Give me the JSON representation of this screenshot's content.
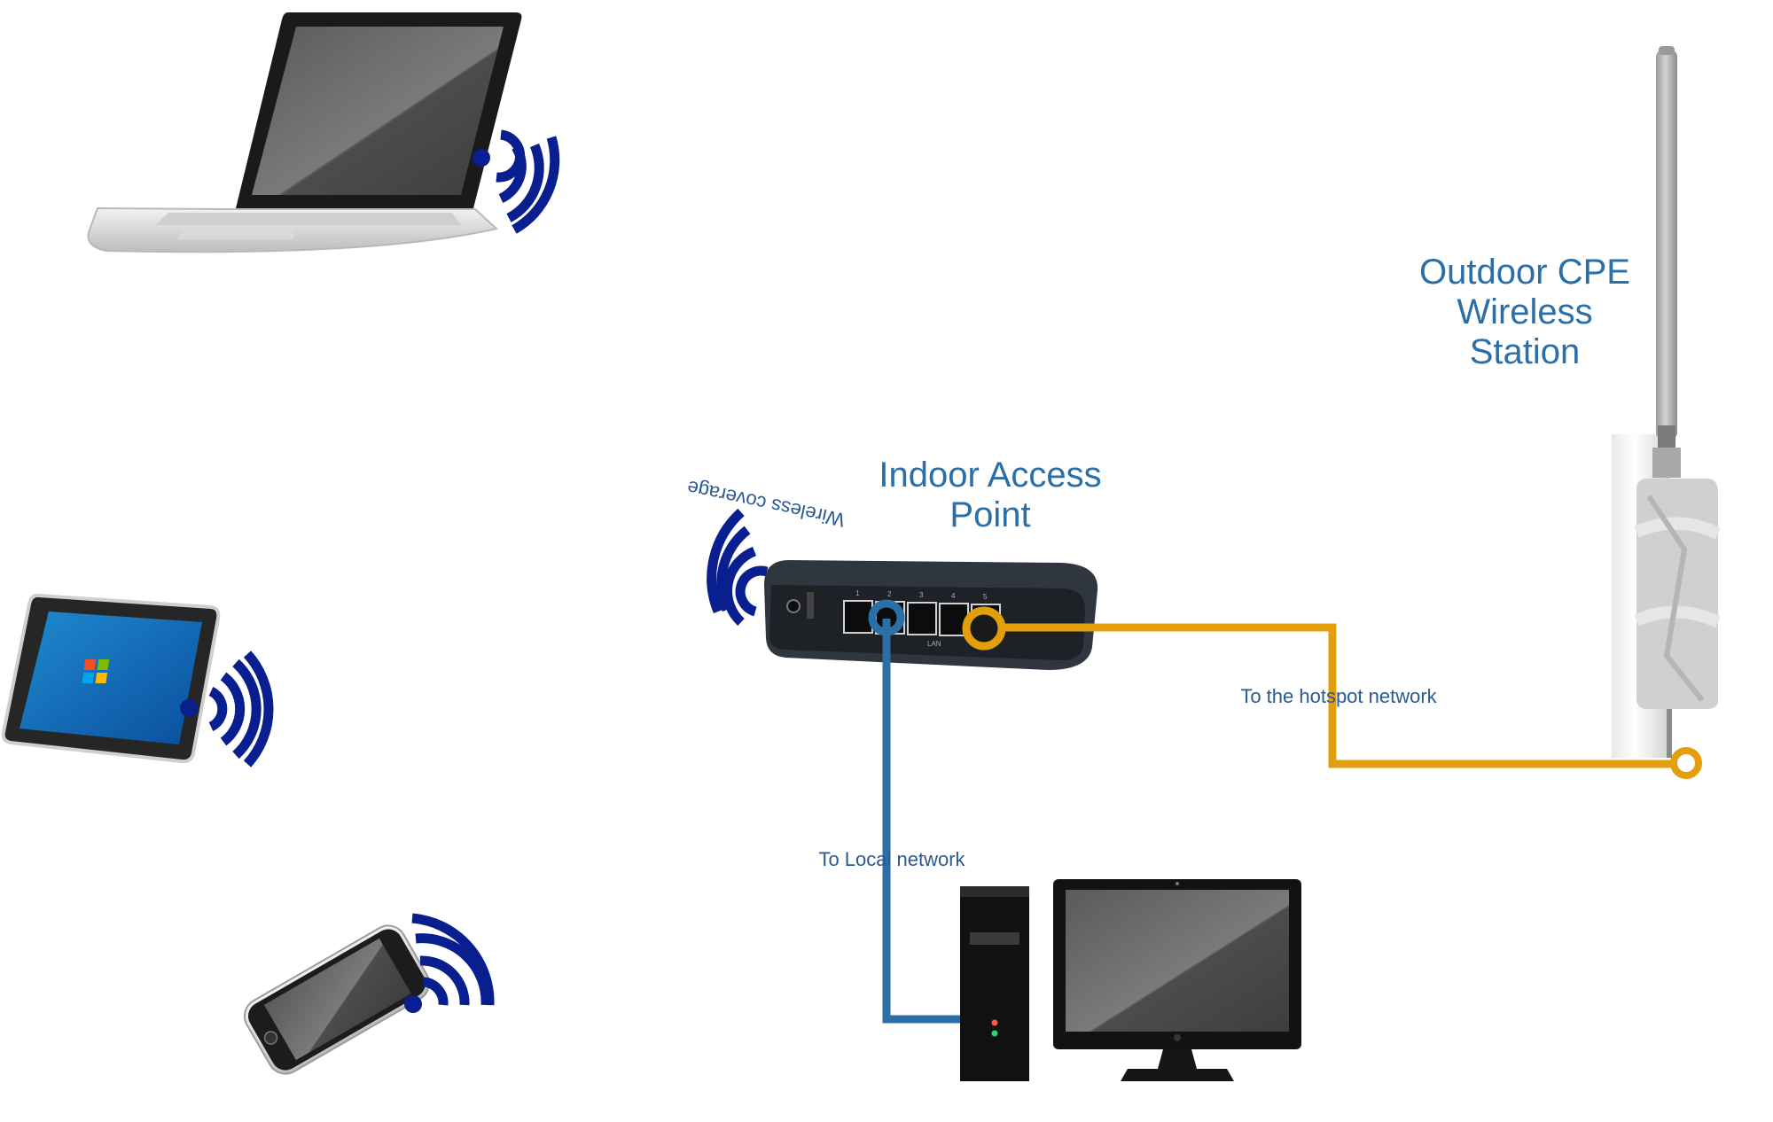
{
  "labels": {
    "outdoor_cpe": [
      "Outdoor CPE",
      "Wireless",
      "Station"
    ],
    "indoor_ap": [
      "Indoor Access",
      "Point"
    ],
    "wireless_coverage": "Wireless coverage",
    "hotspot_link": "To the hotspot network",
    "local_link": "To Local network"
  },
  "router_ports": [
    "1",
    "2",
    "3",
    "4",
    "5"
  ],
  "router_port_caption": "LAN",
  "colors": {
    "wireless_signal": "#0a1f8f",
    "local_network_link": "#2c6fa6",
    "hotspot_link": "#e39f0b",
    "label_text": "#2a6fa8"
  },
  "icons": [
    "laptop-icon",
    "tablet-icon",
    "smartphone-icon",
    "router-icon",
    "outdoor-antenna-icon",
    "desktop-tower-icon",
    "monitor-icon"
  ]
}
